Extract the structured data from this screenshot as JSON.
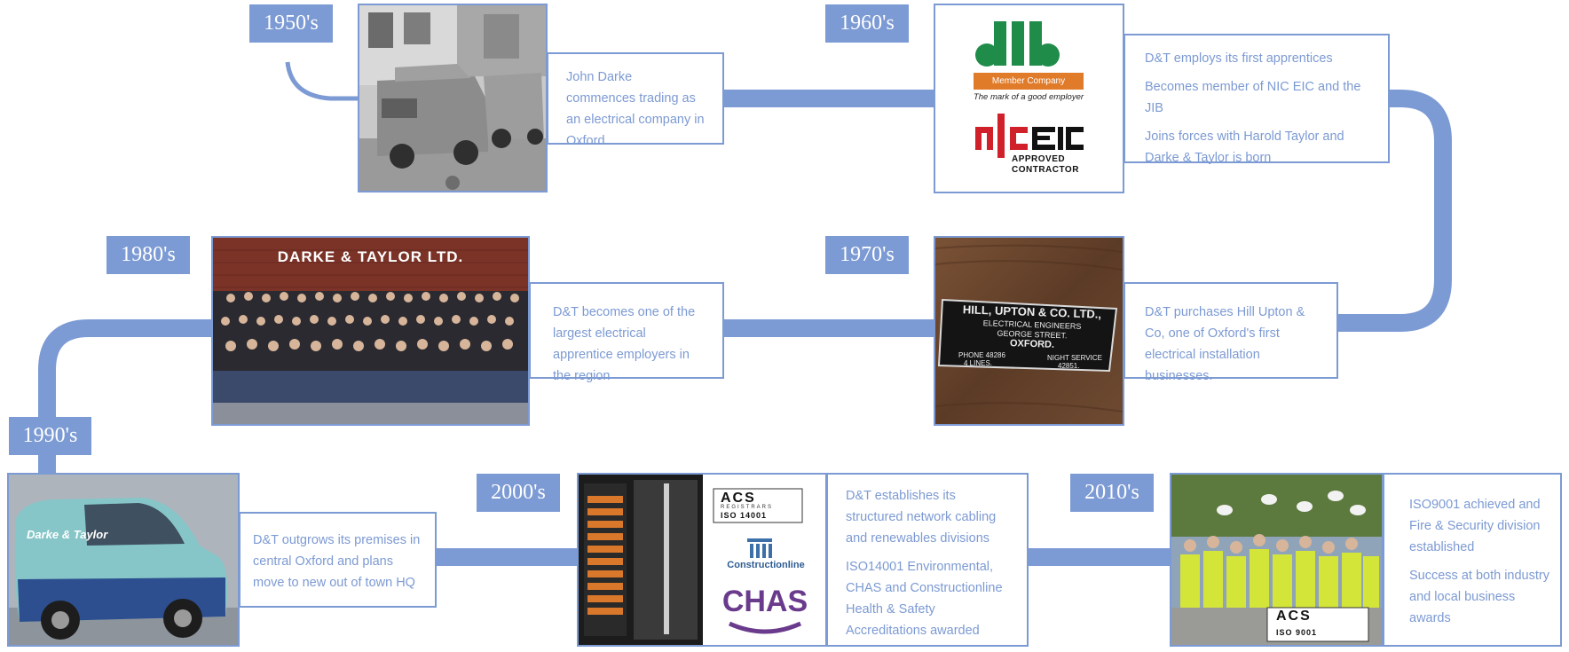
{
  "colors": {
    "accent": "#7c9ad3",
    "text": "#7c9ad3"
  },
  "decades": {
    "d1950": "1950's",
    "d1960": "1960's",
    "d1970": "1970's",
    "d1980": "1980's",
    "d1990": "1990's",
    "d2000": "2000's",
    "d2010": "2010's"
  },
  "events": {
    "e1950": [
      "John Darke commences trading as an electrical company in Oxford"
    ],
    "e1960": [
      "D&T employs its first apprentices",
      "Becomes member of NIC EIC and the JIB",
      "Joins forces with Harold Taylor and Darke & Taylor is born"
    ],
    "e1970": [
      "D&T purchases Hill Upton & Co, one of Oxford's first electrical installation businesses."
    ],
    "e1980": [
      "D&T becomes one of the largest electrical apprentice employers in the region"
    ],
    "e1990": [
      "D&T outgrows its premises in central Oxford and plans move to new out of town HQ"
    ],
    "e2000": [
      "D&T establishes its structured network cabling and renewables divisions",
      "ISO14001 Environmental, CHAS and Constructionline Health & Safety Accreditations awarded"
    ],
    "e2010": [
      "ISO9001 achieved and Fire & Security division established",
      "Success at both industry and local business awards"
    ]
  },
  "logos": {
    "jib_member": "Member Company",
    "jib_tagline": "The mark of a good employer",
    "niceic_approved": "APPROVED",
    "niceic_contractor": "CONTRACTOR",
    "acs_name": "ACS",
    "acs_registrars": "REGISTRARS",
    "iso14001": "ISO 14001",
    "iso9001": "ISO 9001",
    "constructionline": "Constructionline",
    "chas": "CHAS"
  },
  "signs": {
    "banner_1980": "DARKE & TAYLOR LTD.",
    "plaque_line1": "HILL, UPTON & CO. LTD.,",
    "plaque_line2": "ELECTRICAL ENGINEERS",
    "plaque_line3": "GEORGE STREET.",
    "plaque_line4": "OXFORD.",
    "plaque_phone": "PHONE 48286",
    "plaque_lines": "4 LINES.",
    "plaque_night": "NIGHT SERVICE",
    "plaque_night_no": "42851.",
    "van_brand": "Darke & Taylor"
  }
}
